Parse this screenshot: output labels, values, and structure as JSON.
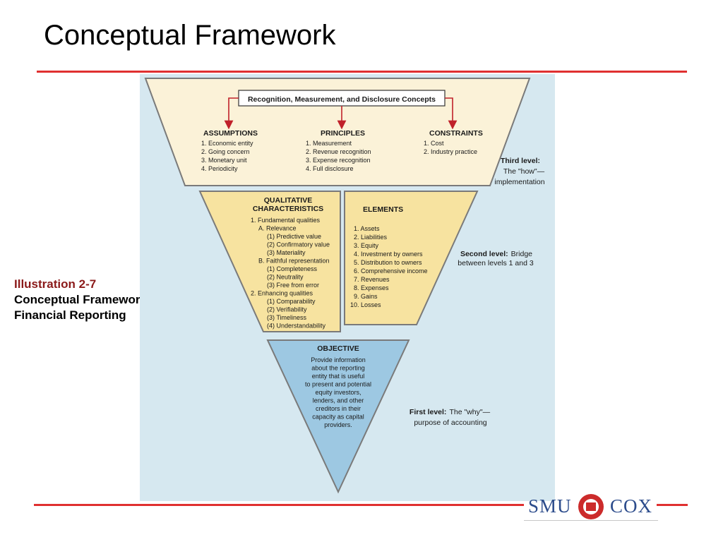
{
  "slide": {
    "title": "Conceptual Framework",
    "caption_number": "Illustration 2-7",
    "caption_title_line1": "Conceptual Framework for",
    "caption_title_line2": "Financial Reporting",
    "logo_left": "SMU",
    "logo_right": "COX",
    "accent_color": "#e03030"
  },
  "diagram": {
    "background_color": "#d6e8f0",
    "third_level": {
      "fill": "#fbf2d8",
      "banner": "Recognition, Measurement, and Disclosure Concepts",
      "columns": [
        {
          "heading": "ASSUMPTIONS",
          "items": [
            "1. Economic entity",
            "2. Going concern",
            "3. Monetary unit",
            "4. Periodicity"
          ]
        },
        {
          "heading": "PRINCIPLES",
          "items": [
            "1. Measurement",
            "2. Revenue recognition",
            "3. Expense recognition",
            "4. Full disclosure"
          ]
        },
        {
          "heading": "CONSTRAINTS",
          "items": [
            "1. Cost",
            "2. Industry practice"
          ]
        }
      ],
      "label_bold": "Third level:",
      "label_line1": "The \"how\"—",
      "label_line2": "implementation"
    },
    "second_level": {
      "fill": "#f7e3a0",
      "qualitative_heading_line1": "QUALITATIVE",
      "qualitative_heading_line2": "CHARACTERISTICS",
      "qualitative_items": [
        "1. Fundamental qualities",
        "A. Relevance",
        "(1) Predictive value",
        "(2) Confirmatory value",
        "(3) Materiality",
        "B. Faithful representation",
        "(1) Completeness",
        "(2) Neutrality",
        "(3) Free from error",
        "2. Enhancing qualities",
        "(1) Comparability",
        "(2) Verifiability",
        "(3) Timeliness",
        "(4) Understandability"
      ],
      "elements_heading": "ELEMENTS",
      "elements_items": [
        "1. Assets",
        "2. Liabilities",
        "3. Equity",
        "4. Investment by owners",
        "5. Distribution to owners",
        "6. Comprehensive income",
        "7. Revenues",
        "8. Expenses",
        "9. Gains",
        "10. Losses"
      ],
      "label_bold": "Second level:",
      "label_rest": "Bridge",
      "label_line2": "between levels 1 and 3"
    },
    "first_level": {
      "fill": "#9dc8e2",
      "heading": "OBJECTIVE",
      "text_lines": [
        "Provide information",
        "about the reporting",
        "entity that is useful",
        "to present and potential",
        "equity investors,",
        "lenders, and other",
        "creditors in their",
        "capacity as capital",
        "providers."
      ],
      "label_bold": "First level:",
      "label_rest": "The \"why\"—",
      "label_line2": "purpose of accounting"
    }
  }
}
